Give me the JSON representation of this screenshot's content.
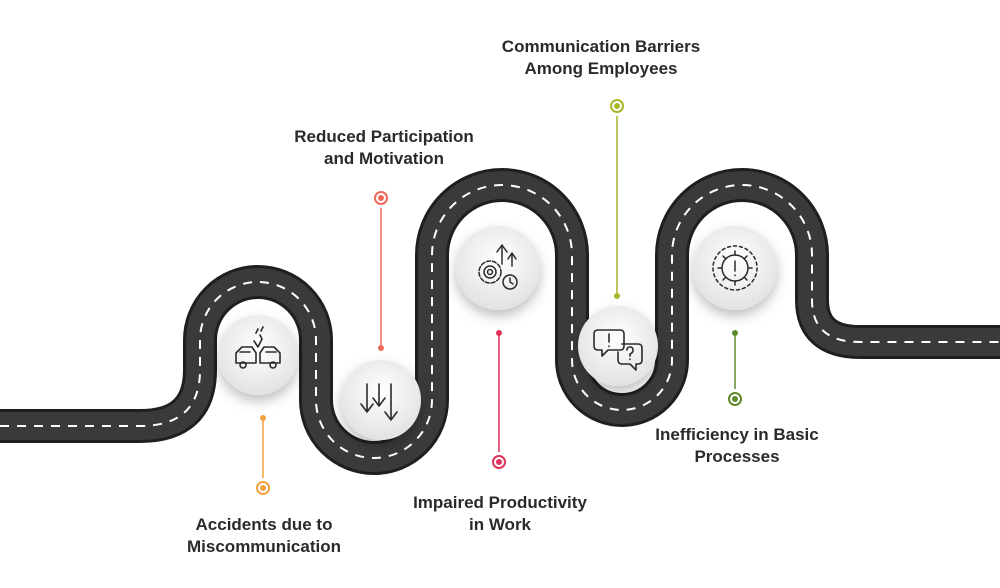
{
  "colors": {
    "road": "#2b2b2b",
    "road_edge": "#1a1a1a",
    "dash": "#ffffff",
    "circle_fill": "#f1f1f1",
    "icon_stroke": "#2b2b2b"
  },
  "steps": [
    {
      "id": "accidents",
      "label_lines": [
        "Accidents due to",
        "Miscommunication"
      ],
      "icon": "car-crash-icon",
      "color": "#f2a23a"
    },
    {
      "id": "participation",
      "label_lines": [
        "Reduced Participation",
        "and Motivation"
      ],
      "icon": "down-arrows-icon",
      "color": "#ef6a5a"
    },
    {
      "id": "productivity",
      "label_lines": [
        "Impaired Productivity",
        "in Work"
      ],
      "icon": "gear-growth-icon",
      "color": "#e0315a"
    },
    {
      "id": "communication",
      "label_lines": [
        "Communication Barriers",
        "Among Employees"
      ],
      "icon": "speech-bubbles-icon",
      "color": "#a9b52a"
    },
    {
      "id": "inefficiency",
      "label_lines": [
        "Inefficiency in Basic",
        "Processes"
      ],
      "icon": "gear-warning-icon",
      "color": "#5e8a2a"
    }
  ]
}
